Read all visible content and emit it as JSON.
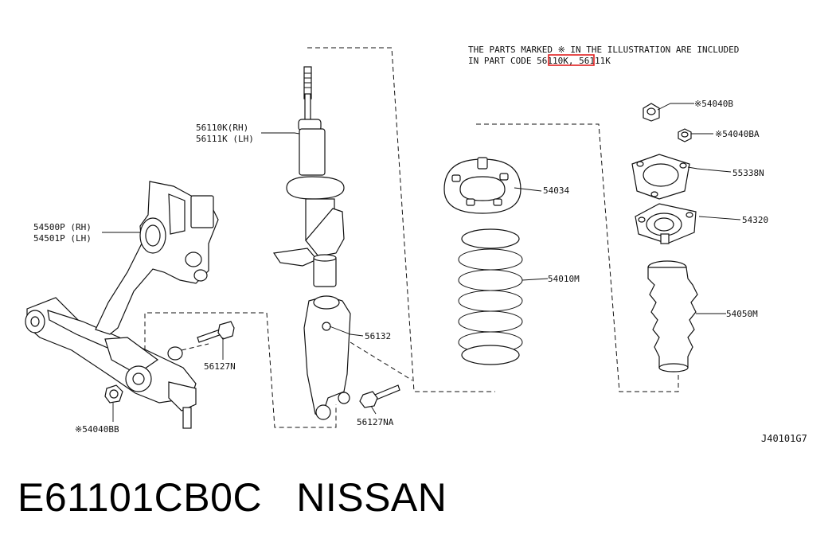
{
  "note": {
    "line1": "THE PARTS MARKED  ※  IN THE ILLUSTRATION ARE INCLUDED",
    "line2_prefix": "IN PART CODE ",
    "highlighted_code": "56110K",
    "line2_suffix": ", 56111K",
    "highlight_color": "#e02020"
  },
  "labels": {
    "strut_rh": "56110K(RH)",
    "strut_lh": "56111K (LH)",
    "knuckle_rh": "54500P (RH)",
    "knuckle_lh": "54501P (LH)",
    "bolt_56127n": "56127N",
    "nut_54040bb": "※54040BB",
    "bracket_56132": "56132",
    "bolt_56127na": "56127NA",
    "seat_54034": "54034",
    "spring_54010m": "54010M",
    "nut_54040b": "※54040B",
    "nut_54040ba": "※54040BA",
    "plate_55338n": "55338N",
    "mount_54320": "54320",
    "boot_54050m": "54050M"
  },
  "figure_code": "J40101G7",
  "bottom_title": "E61101CB0C   NISSAN"
}
